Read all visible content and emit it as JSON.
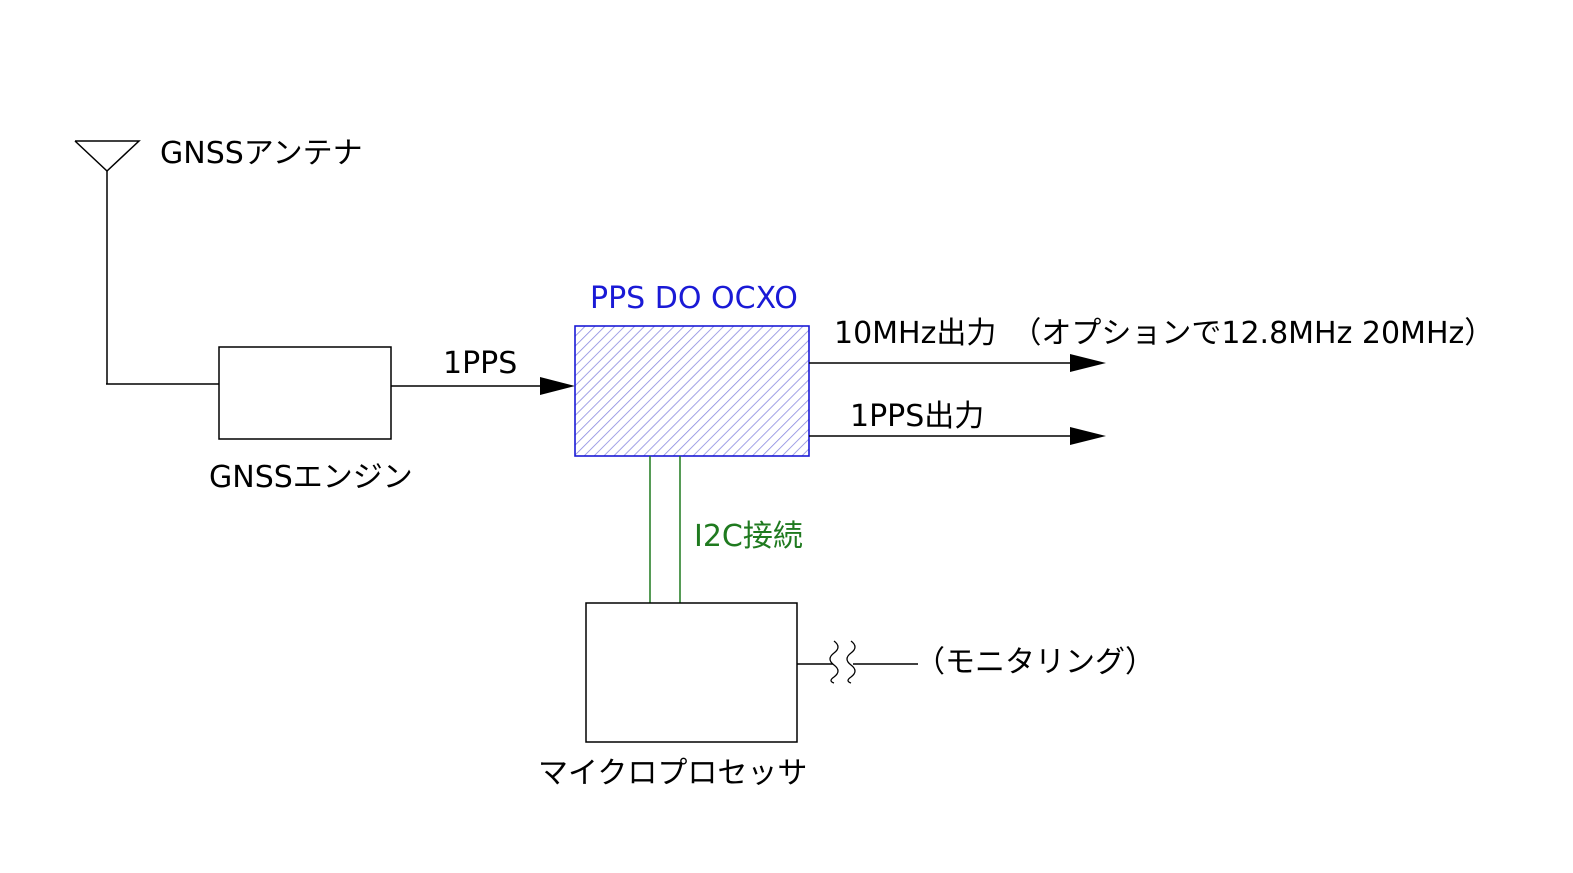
{
  "diagram": {
    "antenna": {
      "label": "GNSSアンテナ",
      "icon": "antenna-icon"
    },
    "gnss_engine": {
      "label": "GNSSエンジン"
    },
    "link_engine_to_ocxo": {
      "label": "1PPS"
    },
    "ocxo": {
      "label": "PPS DO OCXO",
      "color": "#1a1ad6",
      "hatch_color": "#8a8ae0"
    },
    "output_10mhz": {
      "label": "10MHz出力　（オプションで12.8MHz 20MHz）"
    },
    "output_1pps": {
      "label": "1PPS出力"
    },
    "i2c": {
      "label": "I2C接続",
      "color": "#1f7a1f"
    },
    "microprocessor": {
      "label": "マイクロプロセッサ"
    },
    "monitoring": {
      "label": "（モニタリング）"
    }
  }
}
